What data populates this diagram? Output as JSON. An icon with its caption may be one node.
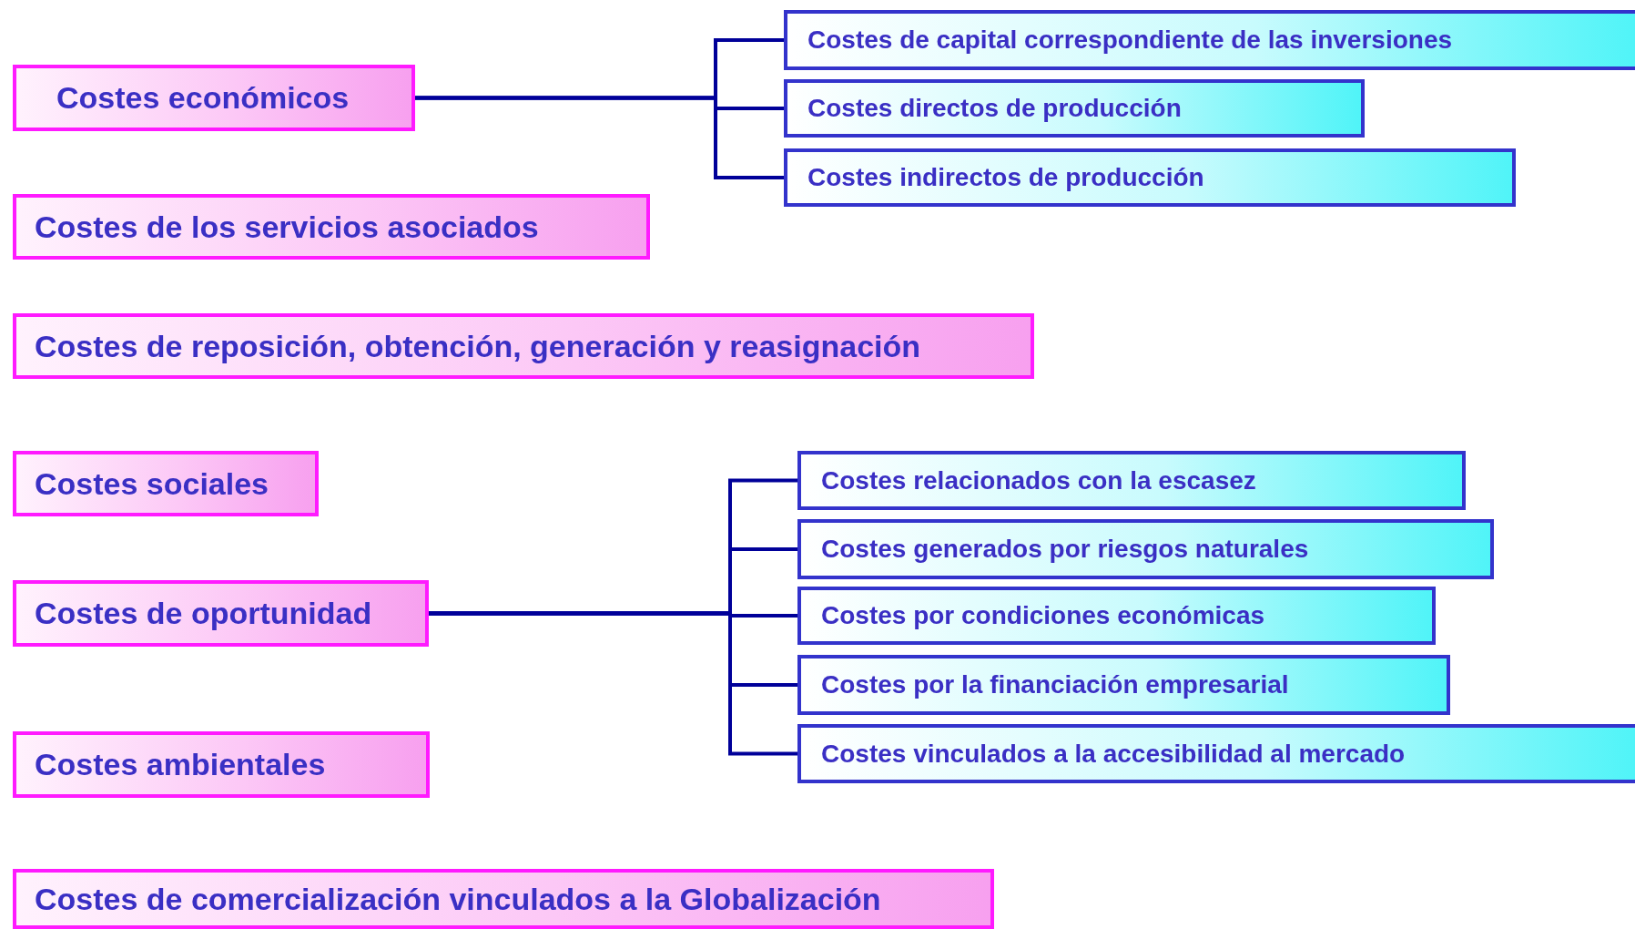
{
  "diagram": {
    "nodes": [
      {
        "text": [
          "Costes económicos"
        ]
      },
      {
        "text": [
          "Costes de capital correspondiente de las inversiones"
        ]
      },
      {
        "text": [
          "Costes directos de producción"
        ]
      },
      {
        "text": [
          "Costes indirectos de producción"
        ]
      },
      {
        "text": [
          "Costes de los servicios asociados"
        ]
      },
      {
        "text": [
          "Costes de reposición, obtención, generación y reasignación"
        ]
      },
      {
        "text": [
          "Costes sociales"
        ]
      },
      {
        "text": [
          "Costes de oportunidad"
        ]
      },
      {
        "text": [
          "Costes relacionados con la escasez"
        ]
      },
      {
        "text": [
          "Costes generados por riesgos naturales"
        ]
      },
      {
        "text": [
          "Costes por condiciones económicas"
        ]
      },
      {
        "text": [
          "Costes por la financiación empresarial"
        ]
      },
      {
        "text": [
          "Costes vinculados a la accesibilidad al mercado"
        ]
      },
      {
        "text": [
          "Costes ambientales"
        ]
      },
      {
        "text": [
          "Costes de comercialización vinculados a la Globalización"
        ]
      }
    ],
    "edges": [
      {
        "from": 0,
        "to": 1,
        "arrow": "none"
      },
      {
        "from": 0,
        "to": 2,
        "arrow": "none"
      },
      {
        "from": 0,
        "to": 3,
        "arrow": "none"
      },
      {
        "from": 7,
        "to": 8,
        "arrow": "none"
      },
      {
        "from": 7,
        "to": 9,
        "arrow": "none"
      },
      {
        "from": 7,
        "to": 10,
        "arrow": "none"
      },
      {
        "from": 7,
        "to": 11,
        "arrow": "none"
      },
      {
        "from": 7,
        "to": 12,
        "arrow": "none"
      }
    ]
  }
}
